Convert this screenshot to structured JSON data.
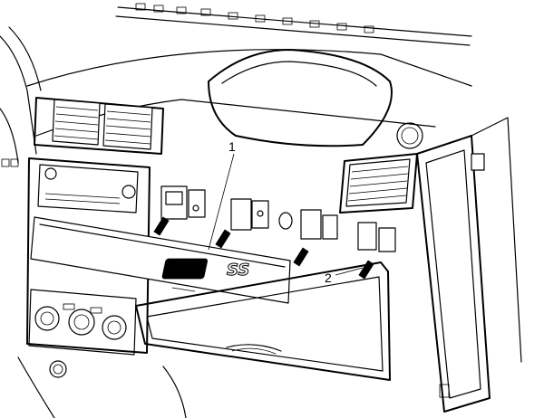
{
  "figure": {
    "badge_text": "SS"
  },
  "callouts": [
    {
      "label": "1"
    },
    {
      "label": "2"
    }
  ],
  "icons": {
    "badge": "ss-emblem-icon",
    "clip": "retaining-clip-icon"
  }
}
